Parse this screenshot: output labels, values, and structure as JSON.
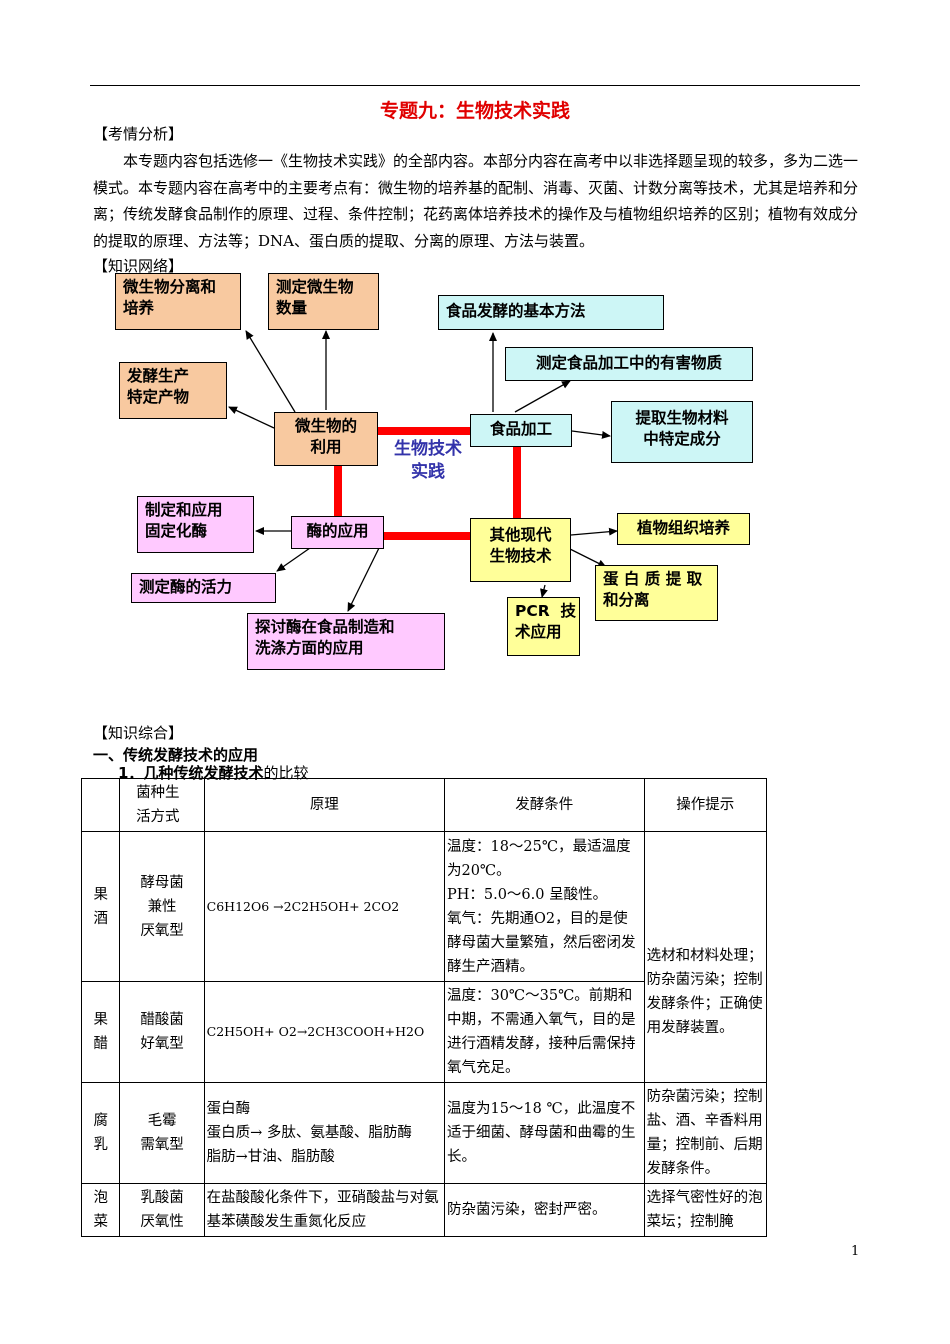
{
  "title": "专题九：生物技术实践",
  "sections": {
    "analysis": "【考情分析】",
    "network": "【知识网络】",
    "synthesis": "【知识综合】"
  },
  "analysis_text": "本专题内容包括选修一《生物技术实践》的全部内容。本部分内容在高考中以非选择题呈现的较多，多为二选一模式。本专题内容在高考中的主要考点有：微生物的培养基的配制、消毒、灭菌、计数分离等技术，尤其是培养和分离；传统发酵食品制作的原理、过程、条件控制；花药离体培养技术的操作及与植物组织培养的区别；植物有效成分的提取的原理、方法等；DNA、蛋白质的提取、分离的原理、方法与装置。",
  "diagram": {
    "center": [
      "生物技术",
      "实践"
    ],
    "nodes": {
      "micro_sep": [
        "微生物分离和",
        "培养"
      ],
      "micro_count": [
        "测定微生物",
        "数量"
      ],
      "ferment_prod": [
        "发酵生产",
        "特定产物"
      ],
      "micro_use": [
        "微生物的",
        "利用"
      ],
      "food_method": [
        "食品发酵的基本方法"
      ],
      "harm": [
        "测定食品加工中的有害物质"
      ],
      "food_proc": [
        "食品加工"
      ],
      "extract": [
        "提取生物材料",
        "中特定成分"
      ],
      "fix_enzyme": [
        "制定和应用",
        "固定化酶"
      ],
      "enzyme_app": [
        "酶的应用"
      ],
      "enzyme_act": [
        "测定酶的活力"
      ],
      "enzyme_food": [
        "探讨酶在食品制造和",
        "洗涤方面的应用"
      ],
      "other_tech": [
        "其他现代",
        "生物技术"
      ],
      "plant_tissue": [
        "植物组织培养"
      ],
      "protein": [
        "蛋 白 质 提 取",
        "和分离"
      ],
      "pcr": [
        "PCR  技",
        "术应用"
      ]
    },
    "colors": {
      "orange": "#f8c9a0",
      "pink": "#ffc9ff",
      "cyan": "#cdf6f6",
      "yellow": "#ffff99",
      "red_line": "#ff0000",
      "center_text": "#3333aa"
    }
  },
  "heading1": "一、传统发酵技术的应用",
  "heading2": {
    "bold": "1．几种传统发酵技术",
    "normal": "的比较"
  },
  "table": {
    "headers": [
      "",
      "菌种生活方式",
      "原理",
      "发酵条件",
      "操作提示"
    ],
    "rows": [
      {
        "name": "果酒",
        "strain": [
          "酵母菌",
          "兼性",
          "厌氧型"
        ],
        "principle": [
          "C6H12O6 →2C2H5OH+ 2CO2"
        ],
        "condition": [
          "温度：18～25℃，最适温度为20℃。",
          "PH：5.0～6.0 呈酸性。",
          "氧气：先期通O2，目的是使酵母菌大量繁殖，然后密闭发酵生产酒精。"
        ],
        "tip": "选材和材料处理；防杂菌污染；控制发酵条件；正确使用发酵装置。"
      },
      {
        "name": "果醋",
        "strain": [
          "醋酸菌",
          "好氧型"
        ],
        "principle": [
          "C2H5OH+ O2→2CH3COOH+H2O"
        ],
        "condition": [
          "温度：30℃～35℃。前期和中期，不需通入氧气，目的是进行酒精发酵，接种后需保持氧气充足。"
        ]
      },
      {
        "name": "腐乳",
        "strain": [
          "毛霉",
          "需氧型"
        ],
        "principle": [
          "蛋白酶",
          "蛋白质→  多肽、氨基酸、脂肪酶",
          "脂肪→甘油、脂肪酸"
        ],
        "condition": [
          "温度为15～18 ℃，此温度不适于细菌、酵母菌和曲霉的生长。"
        ],
        "tip": "防杂菌污染；控制盐、酒、辛香料用量；控制前、后期发酵条件。"
      },
      {
        "name": "泡菜",
        "strain": [
          "乳酸菌",
          "厌氧性"
        ],
        "principle": [
          "在盐酸酸化条件下，亚硝酸盐与对氨基苯磺酸发生重氮化反应"
        ],
        "condition": [
          "防杂菌污染，密封严密。"
        ],
        "tip": "选择气密性好的泡菜坛；控制腌"
      }
    ]
  },
  "page_number": "1"
}
